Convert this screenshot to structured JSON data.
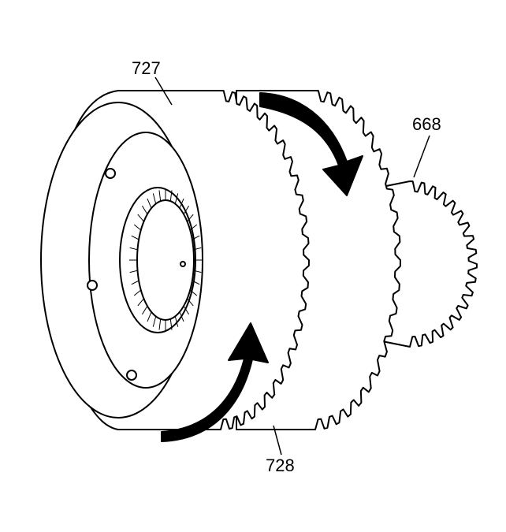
{
  "diagram": {
    "callouts": [
      {
        "id": "727",
        "text": "727"
      },
      {
        "id": "668",
        "text": "668"
      },
      {
        "id": "728",
        "text": "728"
      }
    ],
    "colors": {
      "line": "#000000",
      "fill": "#ffffff",
      "arrow": "#000000"
    }
  }
}
